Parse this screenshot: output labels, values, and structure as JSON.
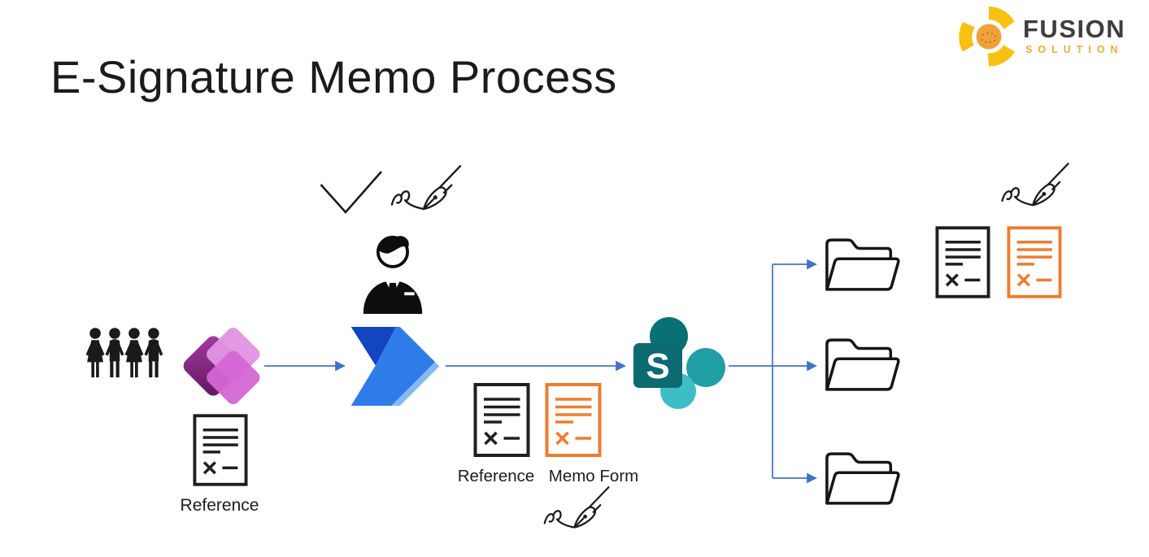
{
  "page_title": "E-Signature Memo Process",
  "logo": {
    "brand": "FUSION",
    "sub_brand": "SOLUTION"
  },
  "diagram": {
    "labels": {
      "reference_left": "Reference",
      "reference_center": "Reference",
      "memo_form": "Memo Form"
    },
    "sharepoint_letter": "S",
    "icons": [
      "users-icon",
      "power-apps-icon",
      "document-icon",
      "check-mark-icon",
      "signature-pen-icon",
      "approver-person-icon",
      "power-automate-icon",
      "sharepoint-icon",
      "open-folder-icon",
      "fusion-solution-logo"
    ],
    "flow": [
      "users -> power-apps",
      "power-apps -> power-automate",
      "power-automate -> sharepoint",
      "sharepoint -> folder-top",
      "sharepoint -> folder-middle",
      "sharepoint -> folder-bottom"
    ]
  },
  "colors": {
    "arrow-blue": "#4472C4",
    "doc-orange": "#ED7D31",
    "ink-black": "#1A1A1A",
    "brand-yellow": "#F8C012",
    "brand-orange": "#F2A93C",
    "brand-text": "#3E3E3E",
    "power-apps-dark": "#8A2B8A",
    "power-apps-pink": "#E095E0",
    "power-automate-dark": "#1345C0",
    "power-automate-mid": "#2E7CE8",
    "power-automate-light": "#84B9F3",
    "sharepoint-dark": "#077176",
    "sharepoint-mid": "#1F9EA3",
    "sharepoint-light": "#3FBDC5"
  }
}
